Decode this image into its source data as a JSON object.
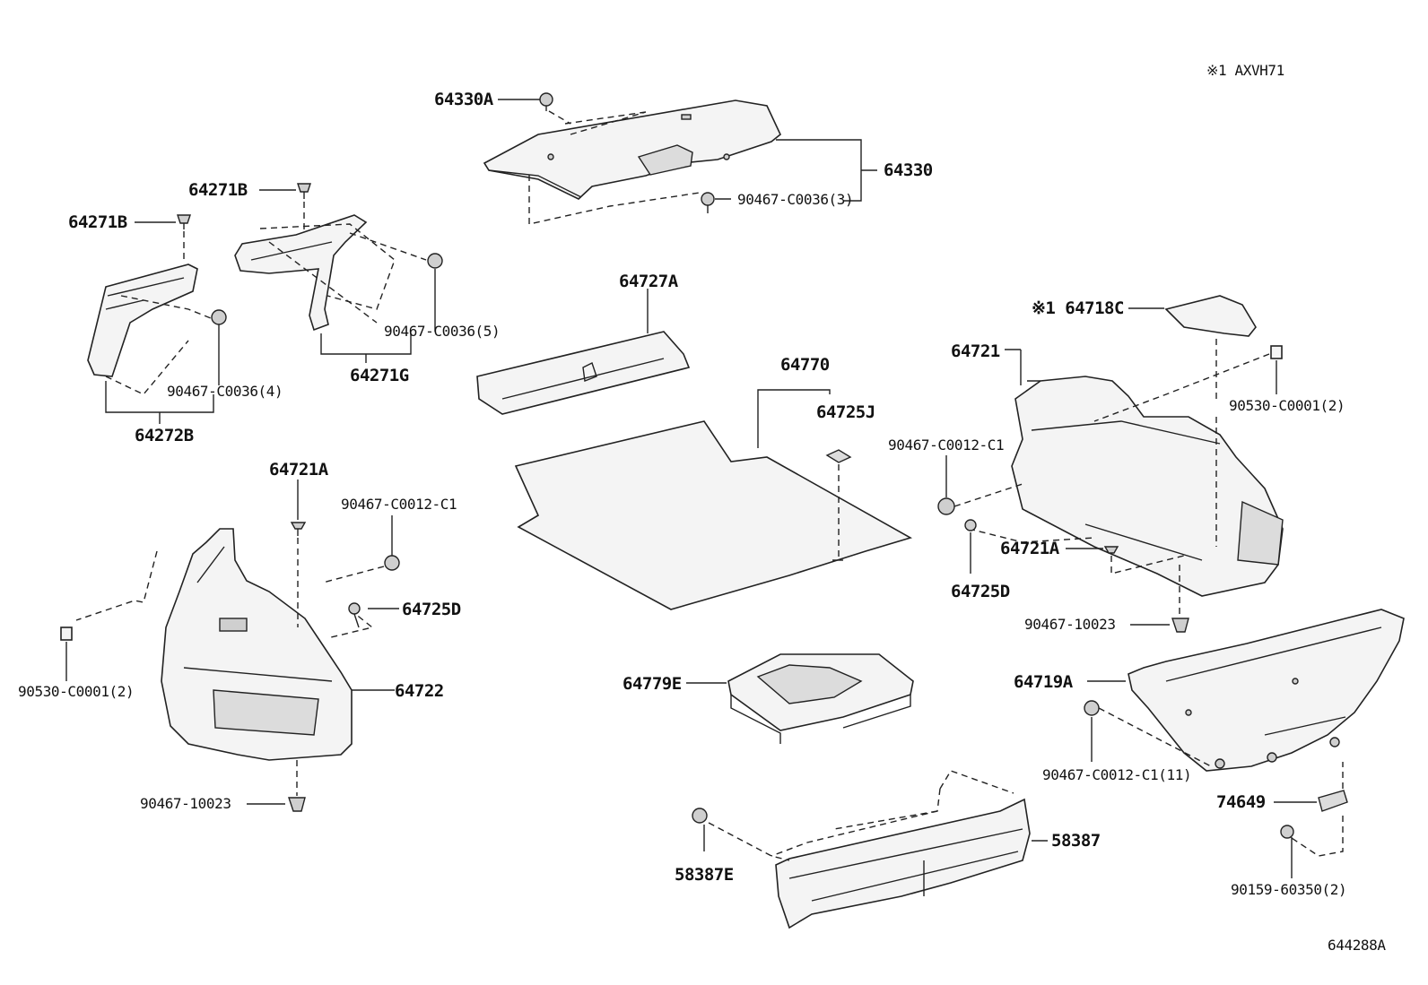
{
  "diagram": {
    "note": "※1 AXVH71",
    "figure_id": "644288A",
    "labels": {
      "p64330A": "64330A",
      "p64330": "64330",
      "p90467_C0036_3": "90467-C0036(3)",
      "p64271B_upper": "64271B",
      "p64271B_left": "64271B",
      "p90467_C0036_5": "90467-C0036(5)",
      "p64271G": "64271G",
      "p90467_C0036_4": "90467-C0036(4)",
      "p64272B": "64272B",
      "p64727A": "64727A",
      "p64770": "64770",
      "p64725J": "64725J",
      "p64718C": "※1 64718C",
      "p64721": "64721",
      "p90530_C0001_2_right": "90530-C0001(2)",
      "p90467_C0012_C1_right": "90467-C0012-C1",
      "p64721A_right": "64721A",
      "p64725D_right": "64725D",
      "p90467_10023_right": "90467-10023",
      "p64721A_left": "64721A",
      "p90467_C0012_C1_left": "90467-C0012-C1",
      "p64725D_left": "64725D",
      "p90530_C0001_2_left": "90530-C0001(2)",
      "p64722": "64722",
      "p90467_10023_left": "90467-10023",
      "p64779E": "64779E",
      "p64719A": "64719A",
      "p90467_C0012_C1_11": "90467-C0012-C1(11)",
      "p74649": "74649",
      "p90159_60350_2": "90159-60350(2)",
      "p58387": "58387",
      "p58387E": "58387E"
    }
  }
}
